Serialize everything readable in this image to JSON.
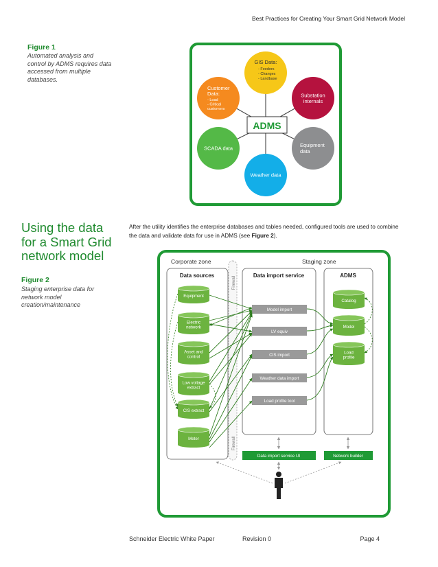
{
  "header": {
    "running_title": "Best Practices for Creating Your Smart Grid Network Model"
  },
  "figure1": {
    "label": "Figure 1",
    "caption": "Automated analysis and control by ADMS requires data accessed from multiple databases.",
    "center": "ADMS",
    "nodes": [
      {
        "id": "gis",
        "title": "GIS Data:",
        "items": [
          "- Feeders",
          "- Changes",
          "- Landbase"
        ],
        "color": "#f6c718"
      },
      {
        "id": "substation",
        "title": "Substation",
        "title2": "internals",
        "color": "#b5123e"
      },
      {
        "id": "equipment",
        "title": "Equipment",
        "title2": "data",
        "color": "#8d8e90"
      },
      {
        "id": "weather",
        "title": "Weather data",
        "color": "#13aee8"
      },
      {
        "id": "scada",
        "title": "SCADA data",
        "color": "#54b947"
      },
      {
        "id": "customer",
        "title": "Customer",
        "title2": "Data:",
        "items": [
          "- Load",
          "- Critical",
          "  customers"
        ],
        "color": "#f58a1f"
      }
    ]
  },
  "section": {
    "heading_lines": [
      "Using the data",
      "for a Smart Grid",
      "network model"
    ],
    "body_before": "After the utility identifies the enterprise databases and tables needed, configured tools are used to combine the data and validate data for use in ADMS (see ",
    "body_bold": "Figure 2",
    "body_after": ")."
  },
  "figure2": {
    "label": "Figure 2",
    "caption": "Staging enterprise data for network model creation/maintenance",
    "zones": {
      "corporate": "Corporate zone",
      "staging": "Staging zone",
      "firewall": "Firewall"
    },
    "columns": {
      "sources": "Data sources",
      "import": "Data import service",
      "adms": "ADMS"
    },
    "sources": [
      {
        "lines": [
          "Equipment"
        ]
      },
      {
        "lines": [
          "Electric",
          "network"
        ]
      },
      {
        "lines": [
          "Asset and",
          "control"
        ]
      },
      {
        "lines": [
          "Low voltage",
          "extract"
        ]
      },
      {
        "lines": [
          "CIS extract"
        ]
      },
      {
        "lines": [
          "Meter"
        ]
      }
    ],
    "import_steps": [
      "Model import",
      "LV equiv",
      "CIS import",
      "Weather data import",
      "Load profile tool"
    ],
    "adms_items": [
      {
        "lines": [
          "Catalog"
        ]
      },
      {
        "lines": [
          "Model"
        ]
      },
      {
        "lines": [
          "Load",
          "profile"
        ]
      }
    ],
    "ui": {
      "import_ui": "Data import service UI",
      "network_builder": "Network builder"
    }
  },
  "footer": {
    "left": "Schneider Electric White Paper",
    "middle": "Revision 0",
    "right": "Page 4"
  }
}
